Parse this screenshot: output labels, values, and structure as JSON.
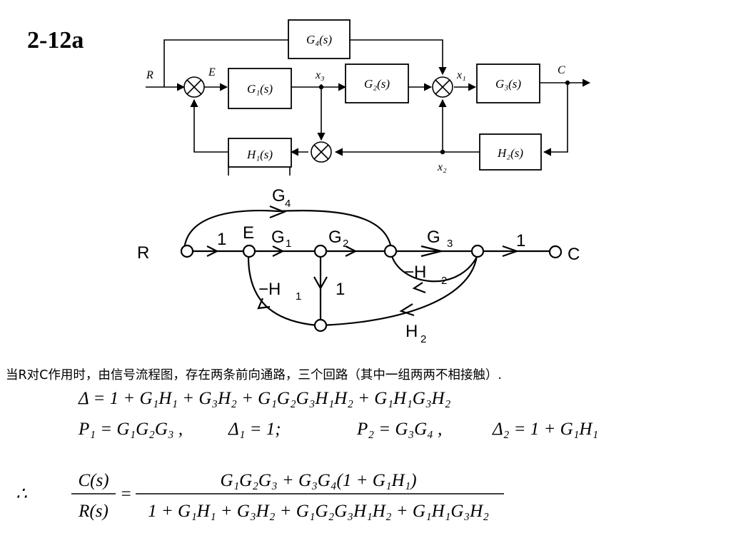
{
  "title": "2-12a",
  "block_diagram": {
    "blocks": {
      "g4": "G₄(s)",
      "g1": "G₁(s)",
      "g2": "G₂(s)",
      "g3": "G₃(s)",
      "h1": "H₁(s)",
      "h2": "H₂(s)"
    },
    "signals": {
      "r": "R",
      "e": "E",
      "x3": "x₃",
      "x1": "x₁",
      "x2": "x₂",
      "c": "C"
    }
  },
  "signal_flow_graph": {
    "nodes": {
      "r": "R",
      "c": "C",
      "e": "E"
    },
    "branches": {
      "g4": "G",
      "g4_sub": "4",
      "one_a": "1",
      "g1": "G",
      "g1_sub": "1",
      "g2": "G",
      "g2_sub": "2",
      "g3": "G",
      "g3_sub": "3",
      "one_b": "1",
      "neg_h2": "−H",
      "neg_h2_sub": "2",
      "neg_h1": "−H",
      "neg_h1_sub": "1",
      "one_c": "1",
      "h2": "H",
      "h2_sub": "2"
    }
  },
  "description": "当R对C作用时，由信号流程图，存在两条前向通路，三个回路（其中一组两两不相接触）.",
  "equations": {
    "delta": "Δ = 1 + G₁H₁ + G₃H₂ + G₁G₂G₃H₁H₂ + G₁H₁G₃H₂",
    "p1": "P₁ = G₁G₂G₃ ,",
    "delta1": "Δ₁ = 1;",
    "p2": "P₂ = G₃G₄ ,",
    "delta2": "Δ₂ = 1 + G₁H₁",
    "therefore": "∴",
    "lhs_num": "C(s)",
    "lhs_den": "R(s)",
    "equals": "=",
    "rhs_num": "G₁G₂G₃ + G₃G₄(1 + G₁H₁)",
    "rhs_den": "1 + G₁H₁ + G₃H₂ + G₁G₂G₃H₁H₂ + G₁H₁G₃H₂"
  }
}
